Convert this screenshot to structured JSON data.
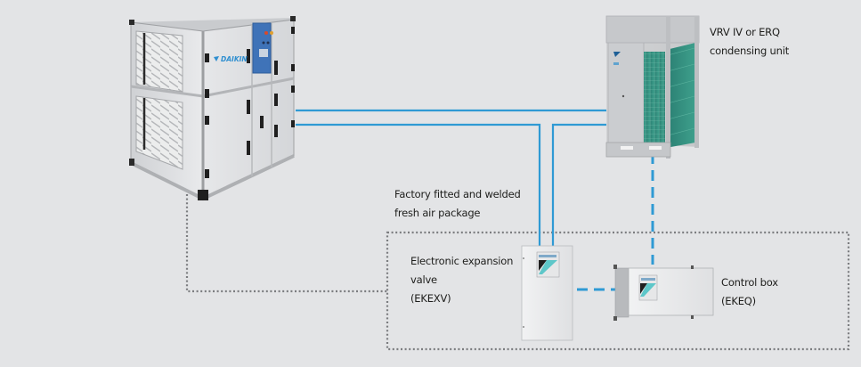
{
  "diagram": {
    "brand": "DAIKIN",
    "colors": {
      "background": "#e3e4e6",
      "refrigerant_pipe": "#2f9ad4",
      "control_wiring": "#2f9ad4",
      "package_boundary": "#7c7d80",
      "ahu_panel": "#dfe0e2",
      "ahu_frame": "#b7b9bc",
      "ahu_control_panel": "#3f73b8",
      "coil": "#2f8c7b"
    },
    "components": {
      "air_handling_unit": {
        "name": "Air handling unit",
        "logo": "DAIKIN"
      },
      "condensing_unit": {
        "lines": [
          "VRV IV or ERQ",
          "condensing unit"
        ]
      },
      "package": {
        "lines": [
          "Factory fitted and welded",
          "fresh air package"
        ]
      },
      "expansion_valve": {
        "lines": [
          "Electronic expansion",
          "valve",
          "(EKEXV)"
        ]
      },
      "control_box": {
        "lines": [
          "Control box",
          "(EKEQ)"
        ]
      }
    },
    "connections": [
      {
        "from": "air_handling_unit",
        "to": "condensing_unit",
        "type": "refrigerant-pipe-pair",
        "style": "solid"
      },
      {
        "from": "refrigerant-pipe-pair",
        "to": "expansion_valve",
        "type": "refrigerant-branch",
        "style": "solid"
      },
      {
        "from": "condensing_unit",
        "to": "control_box",
        "type": "control-wiring",
        "style": "dashed"
      },
      {
        "from": "expansion_valve",
        "to": "control_box",
        "type": "control-wiring",
        "style": "dashed"
      },
      {
        "from": "air_handling_unit",
        "to": "package",
        "type": "package-link",
        "style": "dotted"
      }
    ]
  }
}
